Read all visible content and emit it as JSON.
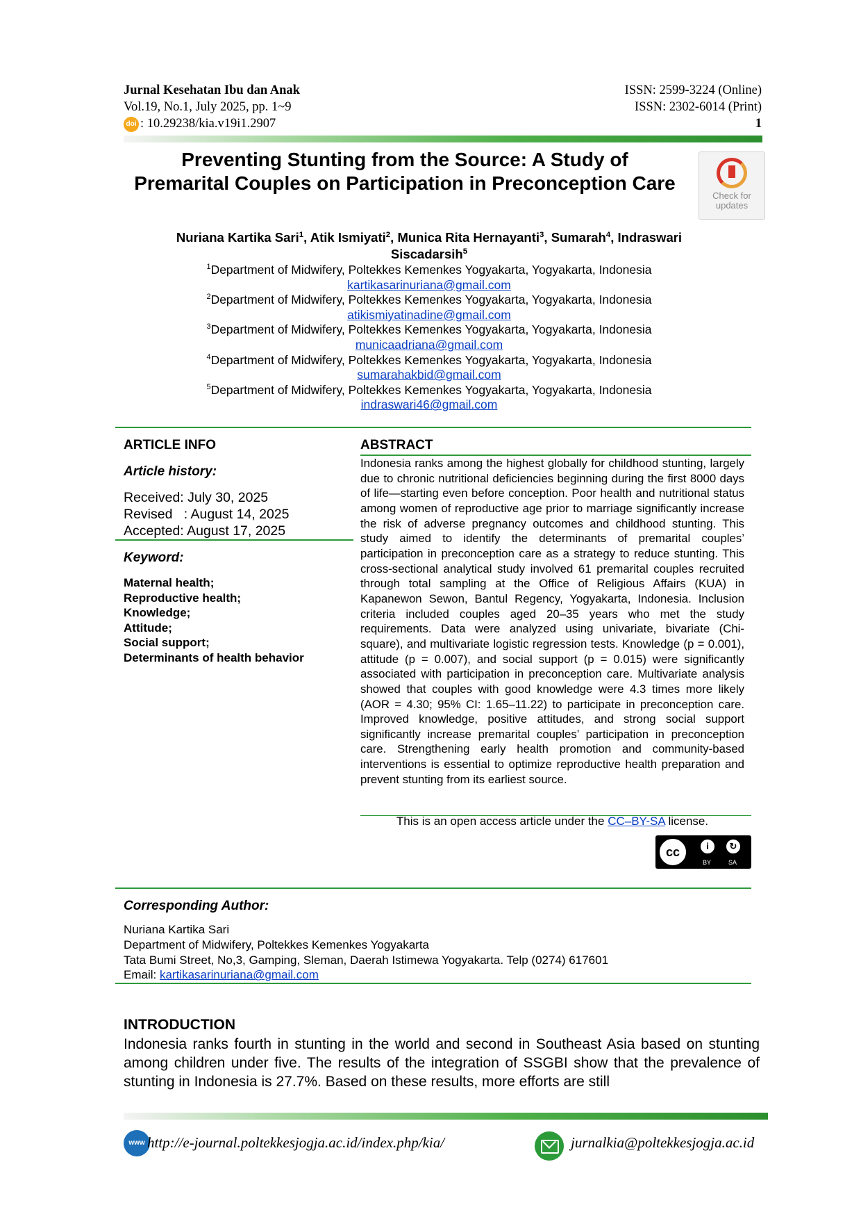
{
  "header": {
    "journal": "Jurnal Kesehatan Ibu dan Anak",
    "volume": "Vol.19, No.1, July 2025, pp. 1~9",
    "doi_icon": "doi-icon",
    "doi": ": 10.29238/kia.v19i1.2907",
    "issn_online": "ISSN: 2599-3224 (Online)",
    "issn_print": "ISSN: 2302-6014 (Print)",
    "page_number": "1"
  },
  "title_line1": "Preventing Stunting from the Source: A Study of",
  "title_line2": "Premarital Couples on Participation in Preconception Care",
  "check_updates": {
    "label_line1": "Check for",
    "label_line2": "updates"
  },
  "authors": [
    {
      "name": "Nuriana Kartika Sari",
      "sup": "1"
    },
    {
      "name": "Atik Ismiyati",
      "sup": "2"
    },
    {
      "name": "Munica Rita Hernayanti",
      "sup": "3"
    },
    {
      "name": "Sumarah",
      "sup": "4"
    },
    {
      "name": "Indraswari",
      "sup": ""
    },
    {
      "name": "Siscadarsih",
      "sup": "5"
    }
  ],
  "affiliations": [
    {
      "sup": "1",
      "text": "Department of Midwifery, Poltekkes Kemenkes Yogyakarta, Yogyakarta, Indonesia",
      "email": "kartikasarinuriana@gmail.com"
    },
    {
      "sup": "2",
      "text": "Department of Midwifery, Poltekkes Kemenkes Yogyakarta, Yogyakarta, Indonesia",
      "email": "atikismiyatinadine@gmail.com"
    },
    {
      "sup": "3",
      "text": "Department of Midwifery, Poltekkes Kemenkes Yogyakarta, Yogyakarta, Indonesia",
      "email": "municaadriana@gmail.com"
    },
    {
      "sup": "4",
      "text": "Department of Midwifery, Poltekkes Kemenkes Yogyakarta, Yogyakarta, Indonesia",
      "email": "sumarahakbid@gmail.com"
    },
    {
      "sup": "5",
      "text": "Department of Midwifery, Poltekkes Kemenkes Yogyakarta, Yogyakarta, Indonesia",
      "email": "indraswari46@gmail.com"
    }
  ],
  "article_info": {
    "heading": "ARTICLE INFO",
    "history_heading": "Article history:",
    "received": "Received: July 30, 2025",
    "revised": "Revised   : August 14, 2025",
    "accepted": "Accepted: August 17, 2025",
    "keyword_heading": "Keyword:",
    "keywords": [
      "Maternal health;",
      "Reproductive health;",
      "Knowledge;",
      "Attitude;",
      "Social support;",
      "Determinants of health behavior"
    ]
  },
  "abstract": {
    "heading": "ABSTRACT",
    "text": "Indonesia ranks among the highest globally for childhood stunting, largely due to chronic nutritional deficiencies beginning during the first 8000 days of life—starting even before conception. Poor health and nutritional status among women of reproductive age prior to marriage significantly increase the risk of adverse pregnancy outcomes and childhood stunting. This study aimed to identify the determinants of premarital couples’ participation in preconception care as a strategy to reduce stunting. This cross-sectional analytical study involved 61 premarital couples recruited through total sampling at the Office of Religious Affairs (KUA) in Kapanewon Sewon, Bantul Regency, Yogyakarta, Indonesia. Inclusion criteria included couples aged 20–35 years who met the study requirements. Data were analyzed using univariate, bivariate (Chi-square), and multivariate logistic regression tests. Knowledge (p = 0.001), attitude (p = 0.007), and social support (p = 0.015) were significantly associated with participation in preconception care. Multivariate analysis showed that couples with good knowledge were 4.3 times more likely (AOR = 4.30; 95% CI: 1.65–11.22) to participate in preconception care. Improved knowledge, positive attitudes, and strong social support significantly increase premarital couples’ participation in preconception care. Strengthening early health promotion and community-based interventions is essential to optimize reproductive health preparation and prevent stunting from its earliest source.",
    "license_prefix": "This is an open access article under the ",
    "license_link": "CC–BY-SA",
    "license_suffix": " license.",
    "cc_by": "BY",
    "cc_sa": "SA"
  },
  "corresponding": {
    "heading": "Corresponding Author:",
    "name": "Nuriana Kartika Sari",
    "dept": "Department of Midwifery, Poltekkes Kemenkes Yogyakarta",
    "address": "Tata Bumi Street, No,3, Gamping, Sleman, Daerah Istimewa Yogyakarta. Telp (0274) 617601",
    "email_label": "Email: ",
    "email": "kartikasarinuriana@gmail.com"
  },
  "introduction": {
    "heading": "INTRODUCTION",
    "text": "Indonesia ranks fourth in stunting in the world and second in Southeast Asia based on stunting among children under five. The results of the integration of SSGBI show that the prevalence of stunting in Indonesia is 27.7%. Based on these results, more efforts are still"
  },
  "footer": {
    "www_label": "www",
    "url": "http://e-journal.poltekkesjogja.ac.id/index.php/kia/",
    "email": "jurnalkia@poltekkesjogja.ac.id"
  },
  "colors": {
    "accent_green": "#2d9a3a",
    "link_blue": "#0a3fc4"
  }
}
